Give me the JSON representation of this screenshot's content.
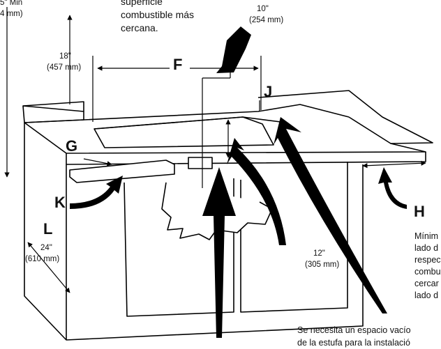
{
  "top_left_dim": {
    "value": "5\" Min",
    "metric": "4 mm)"
  },
  "top_note_lines": [
    "superficie",
    "combustible más",
    "cercana."
  ],
  "dim_10": {
    "value": "10\"",
    "metric": "(254 mm)"
  },
  "dim_18": {
    "value": "18\"",
    "metric": "(457 mm)"
  },
  "dim_24": {
    "value": "24\"",
    "metric": "(610 mm)"
  },
  "dim_12": {
    "value": "12\"",
    "metric": "(305 mm)"
  },
  "letters": {
    "F": "F",
    "G": "G",
    "J": "J",
    "K": "K",
    "L": "L",
    "H": "H"
  },
  "h_note_lines": [
    "Mínim",
    "lado d",
    "respec",
    "combu",
    "cercar",
    "lado d"
  ],
  "bottom_note": [
    "Se necesita un espacio vacío",
    "de la estufa para la instalació"
  ],
  "colors": {
    "line": "#000000",
    "background": "#ffffff"
  }
}
